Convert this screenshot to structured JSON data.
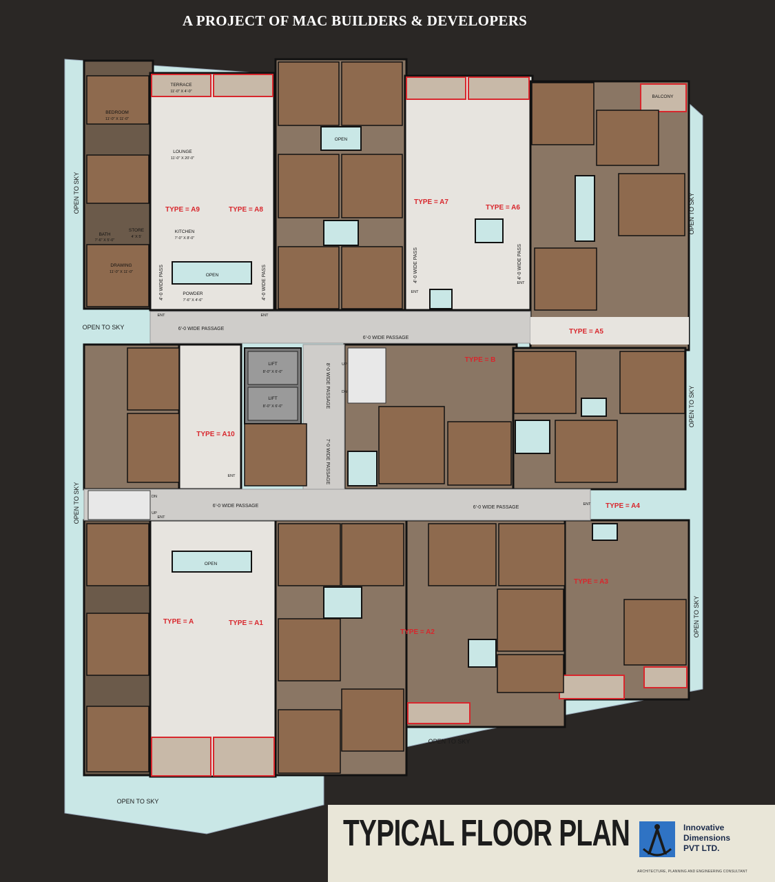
{
  "header": {
    "title": "A PROJECT OF MAC BUILDERS & DEVELOPERS"
  },
  "footer": {
    "title": "TYPICAL FLOOR PLAN",
    "company_line1": "Innovative",
    "company_line2": "Dimensions",
    "company_line3": "PVT LTD.",
    "company_tag": "ARCHITECTURE, PLANNING AND ENGINEERING CONSULTANT"
  },
  "open_to_sky": [
    "OPEN TO SKY",
    "OPEN TO SKY",
    "OPEN TO SKY",
    "OPEN TO SKY",
    "OPEN TO SKY",
    "OPEN TO SKY",
    "OPEN TO SKY",
    "OPEN TO SKY"
  ],
  "types": [
    "TYPE = A9",
    "TYPE = A8",
    "TYPE = A7",
    "TYPE = A6",
    "TYPE = A5",
    "TYPE = A10",
    "TYPE = B",
    "TYPE = A4",
    "TYPE = A",
    "TYPE = A1",
    "TYPE = A2",
    "TYPE = A3"
  ],
  "passages": [
    "6'-0 WIDE PASSAGE",
    "6'-0 WIDE PASSAGE",
    "6'-0 WIDE PASSAGE",
    "6'-0 WIDE PASSAGE",
    "8'-0 WIDE PASSAGE",
    "7'-0 WIDE PASSAGE",
    "4'-0 WIDE PASS",
    "4'-0 WIDE PASS",
    "4'-0 WIDE PASS",
    "4'-0 WIDE PASS"
  ],
  "lift": {
    "label": "LIFT",
    "size": "8'-0\" X 6'-0\""
  },
  "rooms": [
    {
      "name": "BEDROOM",
      "size": "11'-0\" X 11'-0\""
    },
    {
      "name": "BATH",
      "size": "7'-6\" X 5'-0\""
    },
    {
      "name": "LOUNGE",
      "size": "11'-0\" X 20'-0\""
    },
    {
      "name": "KITCHEN",
      "size": "7'-0\" X 8'-0\""
    },
    {
      "name": "DRAWING",
      "size": "11'-0\" X 11'-0\""
    },
    {
      "name": "TERRACE",
      "size": "11'-0\" X 4'-0\""
    },
    {
      "name": "POWDER",
      "size": "7'-6\" X 4'-6\""
    },
    {
      "name": "STORE",
      "size": "4' X 5'"
    },
    {
      "name": "BALCONY",
      "size": ""
    },
    {
      "name": "OPEN",
      "size": ""
    }
  ],
  "labels": {
    "ent": "ENT",
    "up": "UP",
    "dn": "DN"
  }
}
